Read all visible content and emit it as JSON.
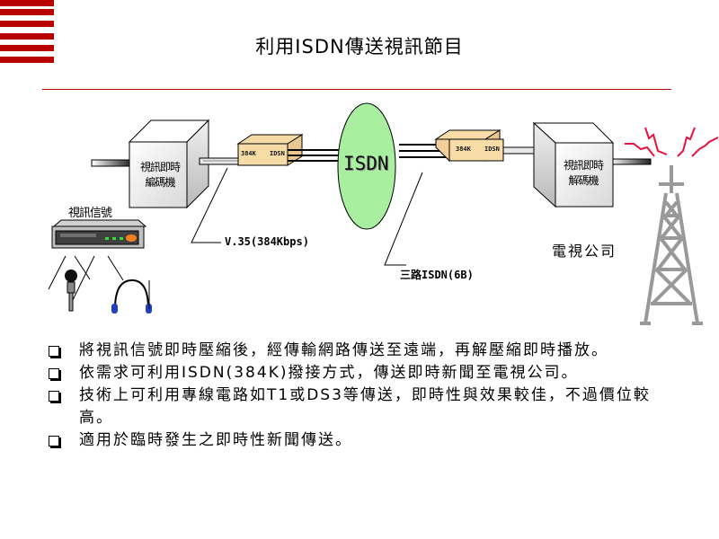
{
  "slide": {
    "title": "利用ISDN傳送視訊節目",
    "accent_color": "#b80000"
  },
  "diagram": {
    "encoder_label_line1": "視訊即時",
    "encoder_label_line2": "編碼機",
    "decoder_label_line1": "視訊即時",
    "decoder_label_line2": "解碼機",
    "network_label": "ISDN",
    "modem_left_text_a": "384K",
    "modem_left_text_b": "IDSN",
    "modem_right_text_a": "384K",
    "modem_right_text_b": "IDSN",
    "video_signal_label": "視訊信號",
    "v35_label": "V.35(384Kbps)",
    "isdn_lines_label": "三路ISDN(6B)",
    "tv_company_label": "電視公司",
    "network_color": "#a8f0a0",
    "modem_color": "#f8dca8",
    "signal_color": "#e8103c"
  },
  "bullets": [
    {
      "icon": "checkbox-bullet-icon",
      "text": "將視訊信號即時壓縮後，經傳輸網路傳送至遠端，再解壓縮即時播放。"
    },
    {
      "icon": "checkbox-bullet-icon",
      "text": "依需求可利用ISDN(384K)撥接方式，傳送即時新聞至電視公司。"
    },
    {
      "icon": "checkbox-bullet-icon",
      "text": "技術上可利用專線電路如T1或DS3等傳送，即時性與效果較佳，不過價位較高。"
    },
    {
      "icon": "checkbox-bullet-icon",
      "text": "適用於臨時發生之即時性新聞傳送。"
    }
  ]
}
